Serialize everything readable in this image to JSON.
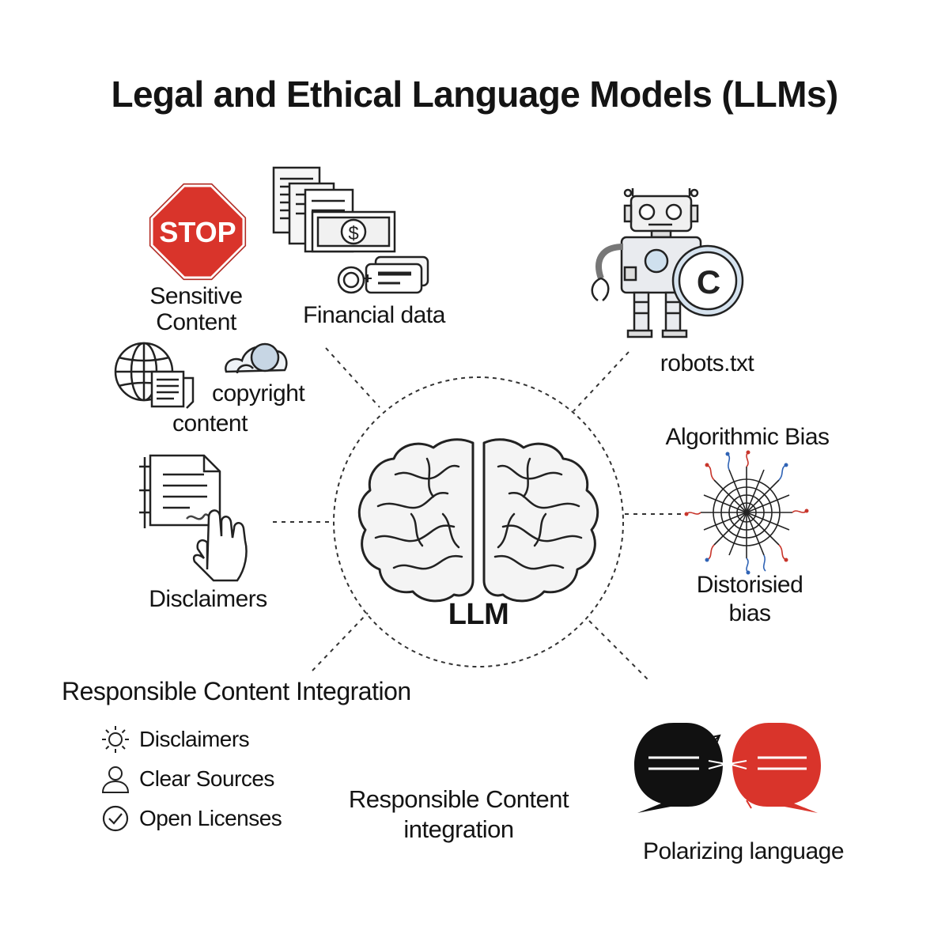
{
  "title": "Legal and Ethical Language Models (LLMs)",
  "center": {
    "label": "LLM",
    "icon": "brain-icon"
  },
  "nodes": {
    "sensitive_content": {
      "label_line1": "Sensitive",
      "label_line2": "Content",
      "icon": "stop-sign-icon",
      "icon_text": "STOP",
      "color": "#d9342b"
    },
    "financial_data": {
      "label": "Financial data",
      "icon": "documents-money-icon",
      "icon_text": "$"
    },
    "copyright_content": {
      "label_line1": "copyright",
      "label_line2": "content",
      "icon": "globe-document-icon"
    },
    "disclaimers": {
      "label": "Disclaimers",
      "icon": "document-signing-icon"
    },
    "robots_txt": {
      "label": "robots.txt",
      "icon": "robot-copyright-icon",
      "icon_text": "C"
    },
    "algorithmic_bias": {
      "label": "Algorithmic Bias",
      "icon": "network-web-icon"
    },
    "distorised_bias": {
      "label_line1": "Distorisied",
      "label_line2": "bias"
    },
    "polarizing_language": {
      "label": "Polarizing language",
      "icon": "opposing-speech-bubbles-icon",
      "colors": [
        "#111111",
        "#d9342b"
      ]
    }
  },
  "rci": {
    "heading": "Responsible Content Integration",
    "items": [
      {
        "label": "Disclaimers",
        "icon": "sun-icon"
      },
      {
        "label": "Clear Sources",
        "icon": "person-icon"
      },
      {
        "label": "Open Licenses",
        "icon": "check-circle-icon"
      }
    ]
  },
  "rci_bottom": {
    "line1": "Responsible Content",
    "line2": "integration"
  }
}
